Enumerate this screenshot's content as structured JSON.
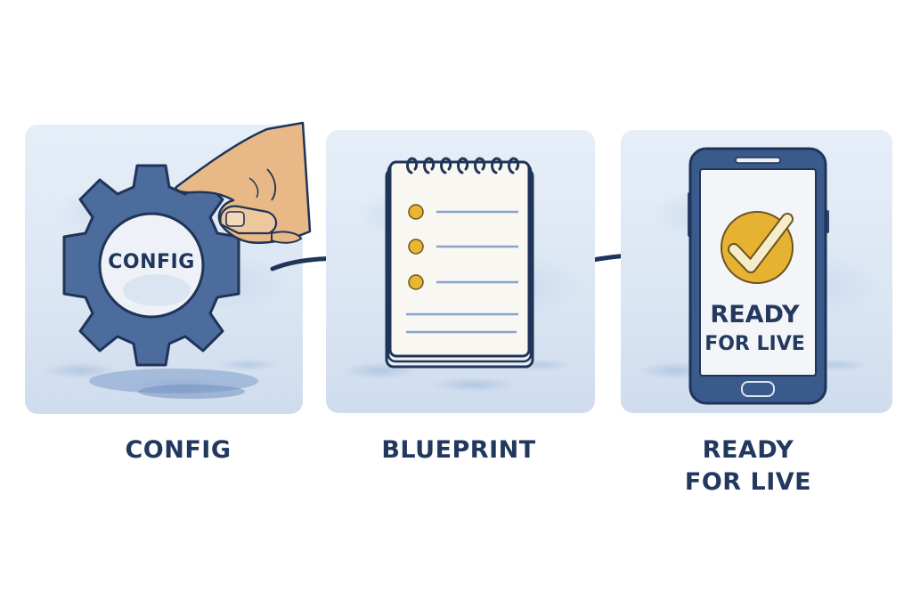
{
  "diagram": {
    "type": "process-flow",
    "direction": "left-to-right",
    "colors": {
      "ink": "#22385e",
      "gear": "#4a6b9c",
      "panel_bg": "#dbe6f3",
      "accent_yellow": "#e8b630",
      "skin": "#e9b887",
      "paper": "#f8f7f1"
    },
    "steps": [
      {
        "id": "config",
        "caption": "CONFIG",
        "icon": "gear-icon",
        "icon_label": "CONFIG",
        "detail": "hand turning a gear"
      },
      {
        "id": "blueprint",
        "caption": "BLUEPRINT",
        "icon": "notepad-icon",
        "detail": "spiral notepad with three bulleted lines and two plain lines"
      },
      {
        "id": "ready",
        "caption_line1": "READY",
        "caption_line2": "FOR LIVE",
        "icon": "smartphone-icon",
        "screen_icon": "checkmark-badge-icon",
        "screen_line1": "READY",
        "screen_line2": "FOR LIVE"
      }
    ],
    "connectors": [
      {
        "from": "config",
        "to": "blueprint",
        "icon": "arrow-right-icon"
      },
      {
        "from": "blueprint",
        "to": "ready",
        "icon": "arrow-right-icon"
      }
    ]
  }
}
